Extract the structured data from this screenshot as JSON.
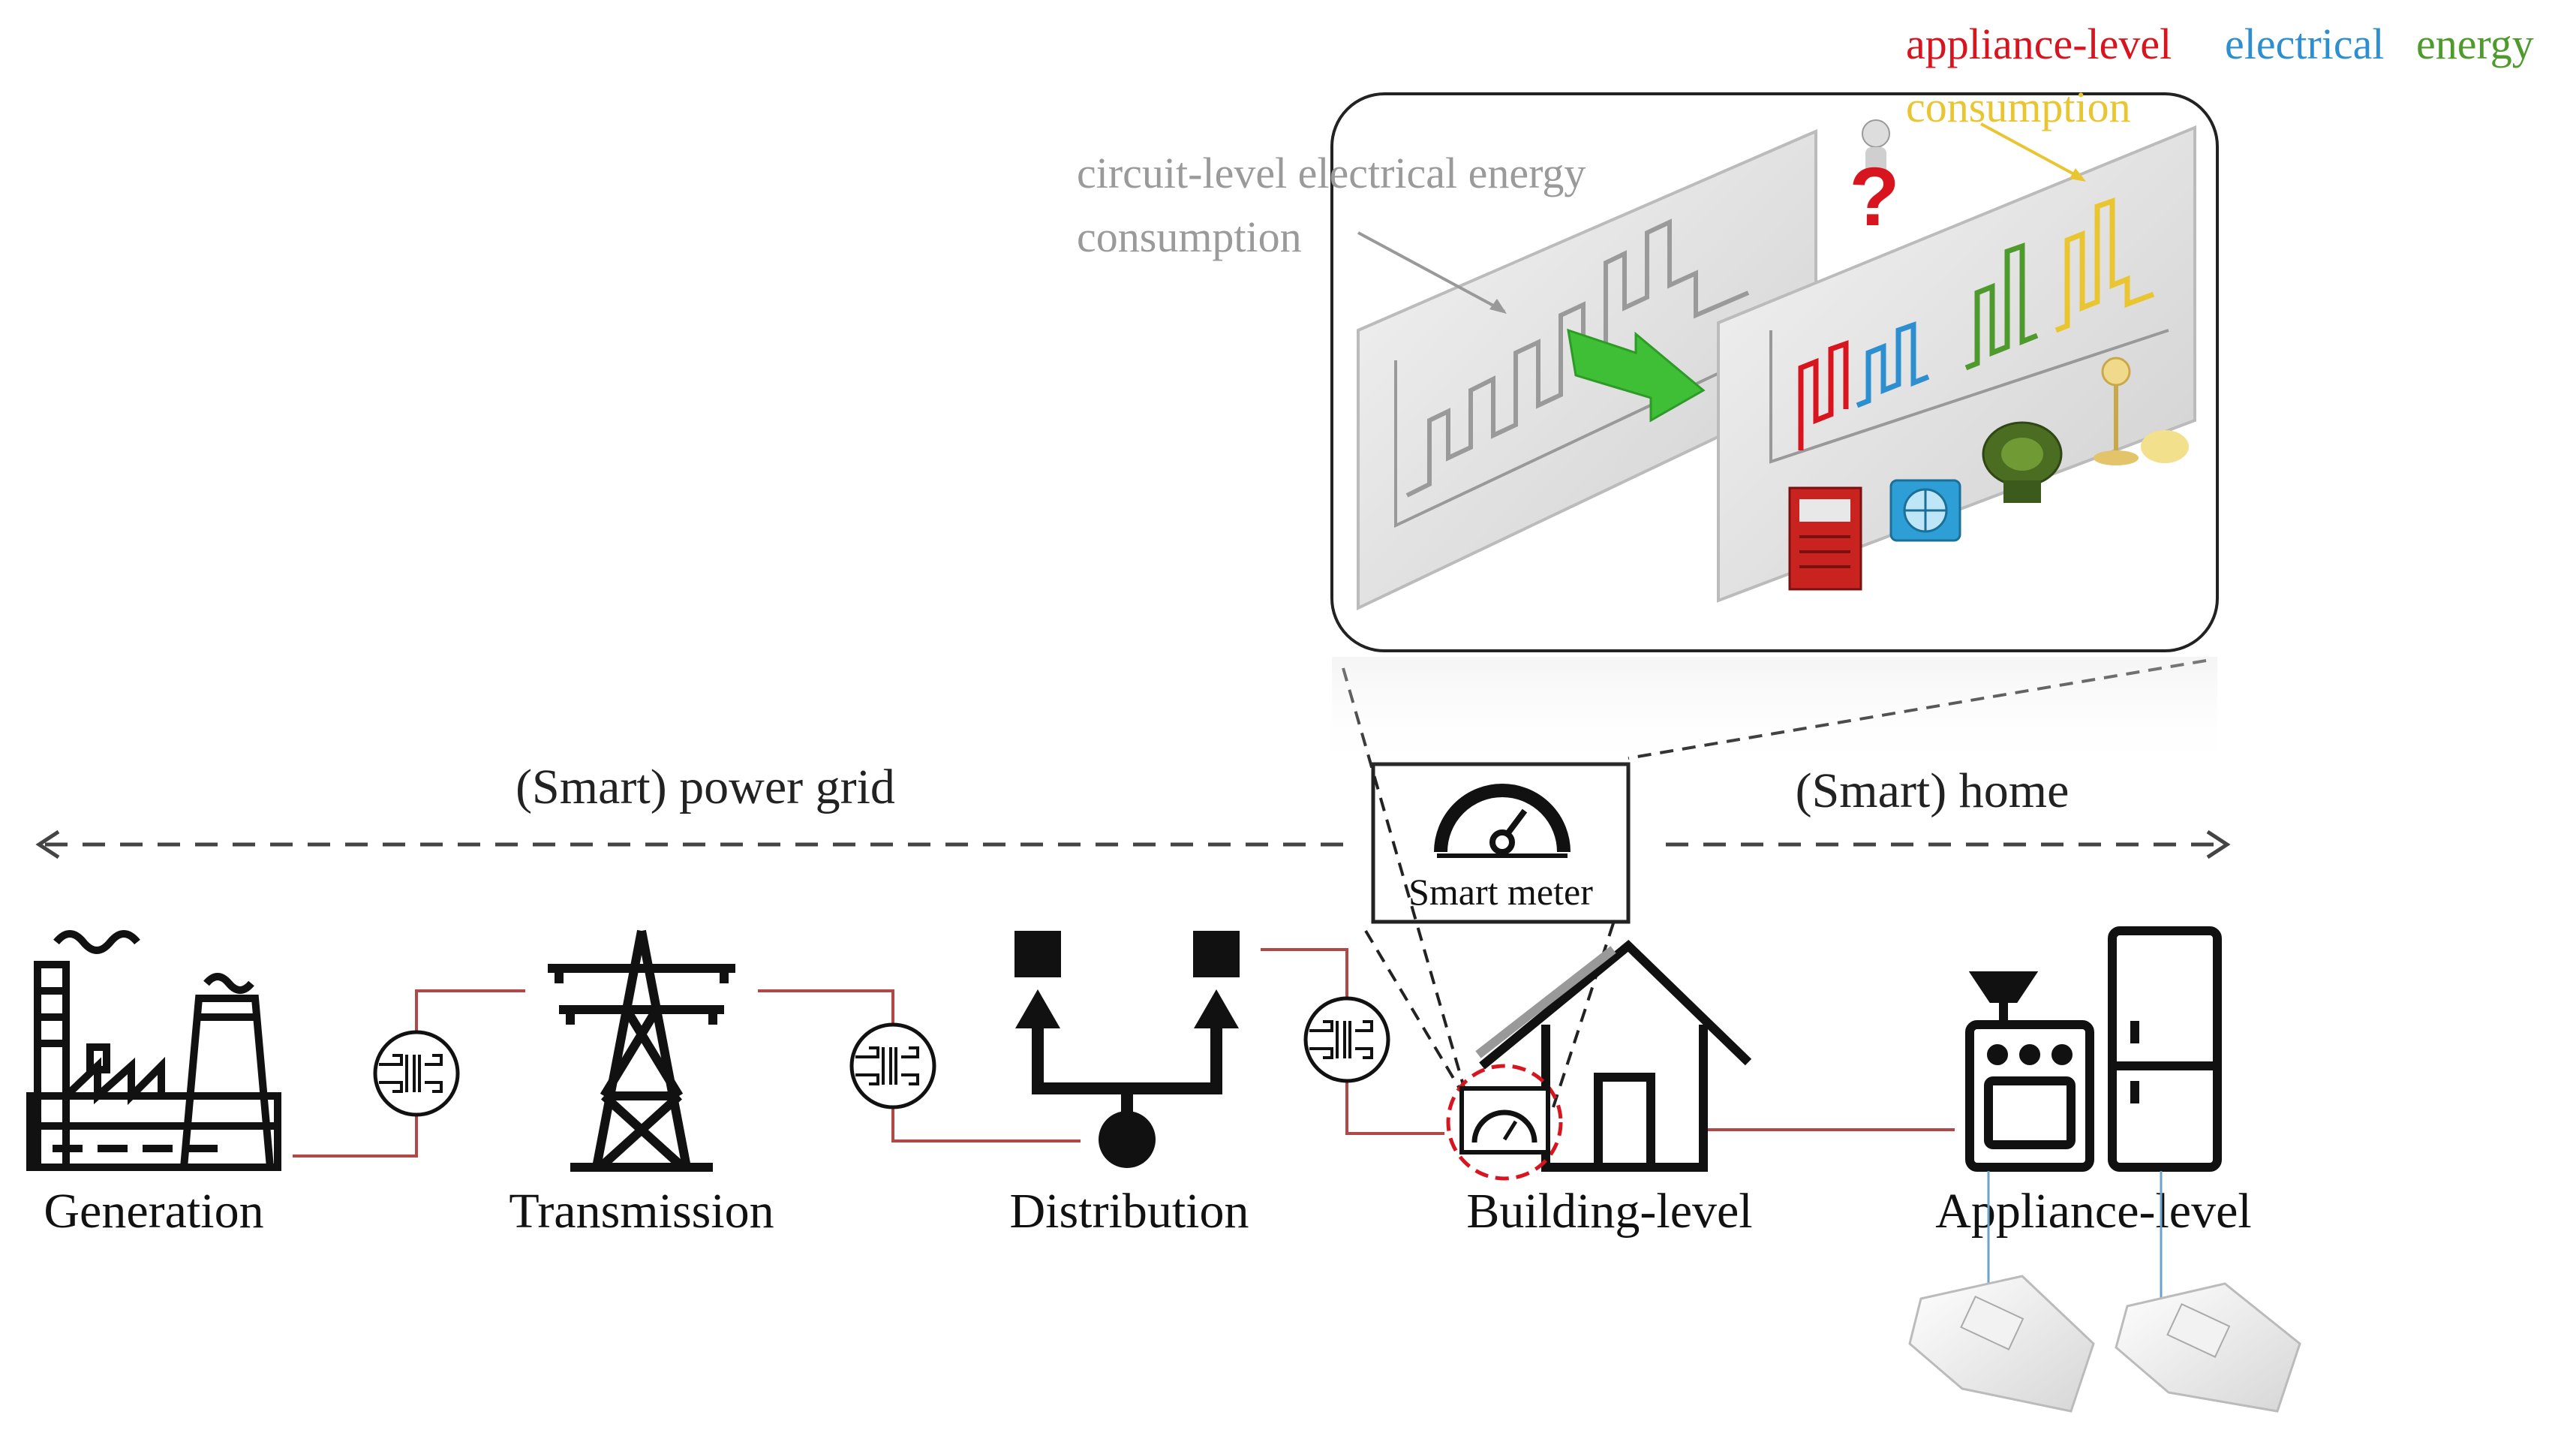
{
  "sections": {
    "grid": "(Smart) power grid",
    "home": "(Smart) home"
  },
  "stages": {
    "generation": "Generation",
    "transmission": "Transmission",
    "distribution": "Distribution",
    "building": "Building-level",
    "appliance": "Appliance-level"
  },
  "smart_meter": "Smart meter",
  "annotations": {
    "circuit_line1": "circuit-level electrical energy",
    "circuit_line2": "consumption",
    "appliance_level": "appliance-level",
    "electrical": "electrical",
    "energy": "energy",
    "consumption": "consumption"
  },
  "colors": {
    "appliance_red": "#d8141f",
    "electrical_blue": "#2d8fcf",
    "energy_green": "#4f9a2c",
    "consumption_yellow": "#e9c531",
    "link_line": "#b04848",
    "circuit_gray": "#9a9a9a"
  }
}
